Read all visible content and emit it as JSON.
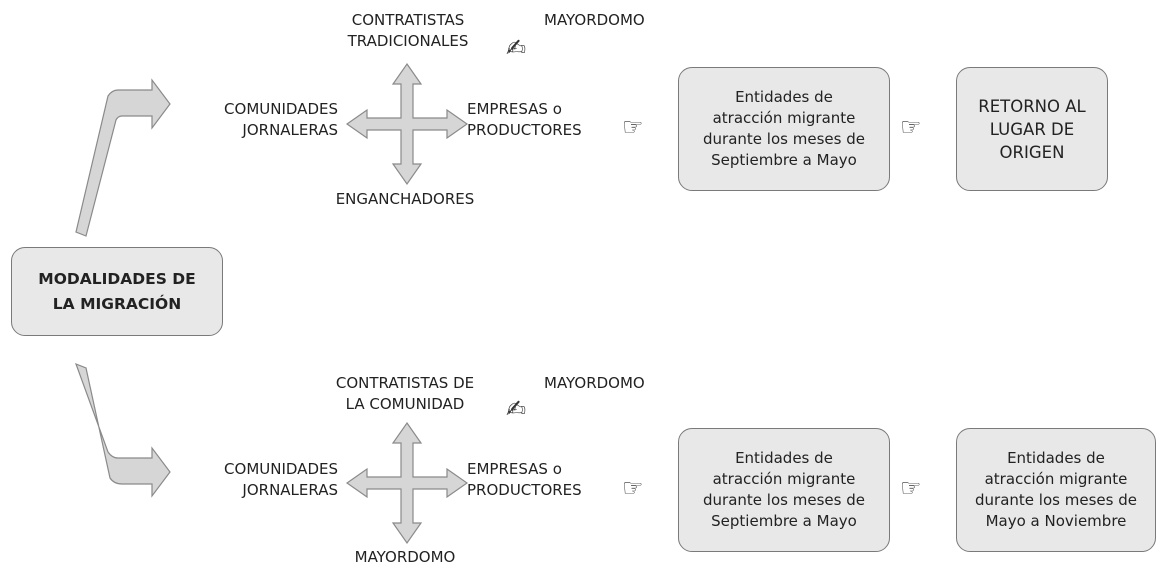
{
  "root": {
    "label": "MODALIDADES DE\nLA MIGRACIÓN"
  },
  "top": {
    "contractor": "CONTRATISTAS\nTRADICIONALES",
    "mayordomo_top": "MAYORDOMO",
    "communities": "COMUNIDADES\nJORNALERAS",
    "companies": "EMPRESAS o\nPRODUCTORES",
    "bottom_agent": "ENGANCHADORES",
    "entity_box": "Entidades de\natracción migrante\ndurante los meses de\nSeptiembre a Mayo",
    "final_box": "RETORNO AL\nLUGAR DE\nORIGEN"
  },
  "bottom": {
    "contractor": "CONTRATISTAS DE\nLA COMUNIDAD",
    "mayordomo_top": "MAYORDOMO",
    "communities": "COMUNIDADES\nJORNALERAS",
    "companies": "EMPRESAS o\nPRODUCTORES",
    "bottom_agent": "MAYORDOMO",
    "entity_box": "Entidades de\natracción migrante\ndurante los meses de\nSeptiembre a Mayo",
    "final_box": "Entidades de\natracción migrante\ndurante los meses de\nMayo a Noviembre"
  },
  "icons": {
    "writing_hand": "writing-hand-icon",
    "pointing_hand": "pointing-hand-icon",
    "four_way_arrow": "four-way-arrow-icon",
    "bent_arrow": "bent-arrow-icon"
  },
  "colors": {
    "box_fill": "#e8e8e8",
    "box_stroke": "#7a7a7a",
    "arrow_fill": "#d6d6d6",
    "arrow_stroke": "#8a8a8a"
  }
}
